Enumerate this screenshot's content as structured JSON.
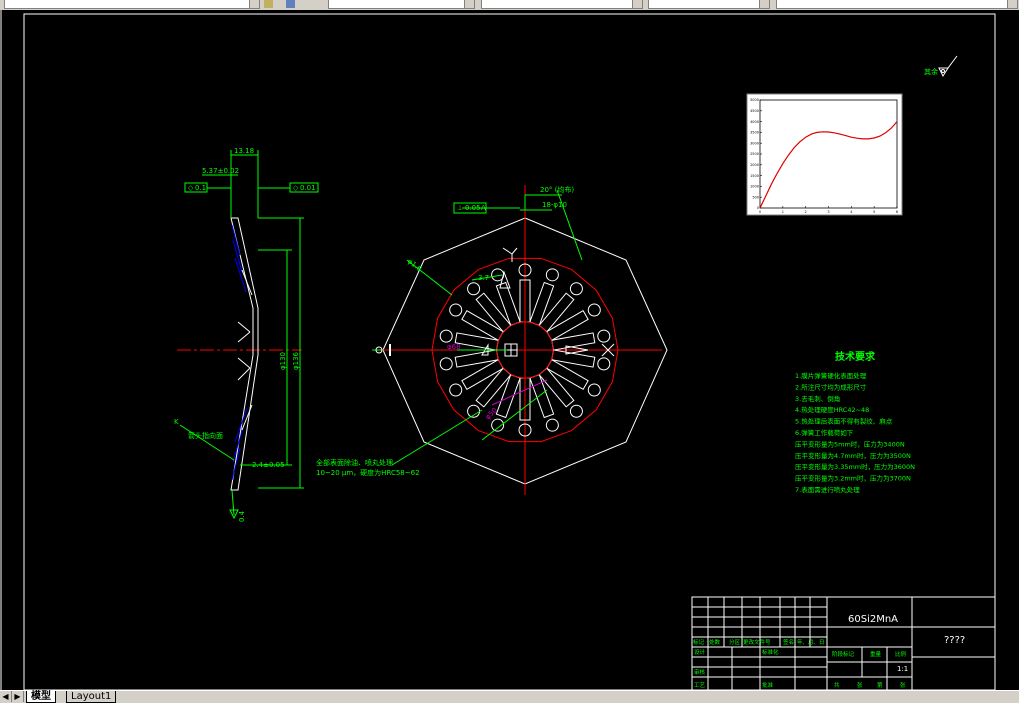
{
  "tabs": {
    "model": "模型",
    "layout1": "Layout1"
  },
  "colors": {
    "background": "#000000",
    "outline": "#ffffff",
    "part": "#ff0000",
    "dimension": "#00ff00",
    "center": "#ff0000",
    "hatch": "#0000ff",
    "annotation": "#cc00cc"
  },
  "icons": [
    "compass-icon",
    "datum-target-icon",
    "roughness-icon",
    "origin-icon",
    "cross-mark-icon"
  ],
  "drawing": {
    "tolerance_boxes": {
      "left_flatness": {
        "symbol": "◇",
        "value": "0.1"
      },
      "right_parallel": {
        "symbol": "◇",
        "value": "0.01"
      },
      "top_position": {
        "symbol": "⊥",
        "value": "0.05",
        "datum": "A"
      }
    },
    "dims": {
      "width_top": "13.18",
      "offset": "5.37±0.02",
      "dia_inner": "φ130",
      "dia_outer": "φ136",
      "thickness": "2.4±0.05",
      "angle": "20° (均布)",
      "slots": "18-φ10",
      "radius": "φ1.6",
      "offset_small": "3.7"
    },
    "annotations": {
      "k_label": "K",
      "k_note": "箭头指向面",
      "roughness_val": "0.4",
      "center_label": "φ68",
      "slot_dia": "φ50",
      "note_line1": "全部表面除油、喷丸处理",
      "note_line2": "10~20 μm，硬度为HRC58~62",
      "compass_label": "其余"
    },
    "requirements": {
      "title": "技术要求",
      "items": [
        "1.膜片弹簧硬化表面处理",
        "2.所注尺寸均为成形尺寸",
        "3.去毛刺、倒角",
        "4.热处理硬度HRC42~48",
        "5.热处理后表面不得有裂纹、麻点",
        "6.弹簧工作载荷如下",
        "压平变形量为5mm时，压力为3400N",
        "压平变形量为4.7mm时，压力为3500N",
        "压平变形量为3.35mm时，压力为3600N",
        "压平变形量为3.2mm时，压力为3700N",
        "7.表面需进行喷丸处理"
      ]
    },
    "title_block": {
      "material": "60Si2MnA",
      "part_name": "????",
      "scale": "1:1",
      "row_labels": [
        "标记",
        "处数",
        "分区",
        "更改文件号",
        "签名",
        "年、月、日"
      ],
      "side_labels": [
        "设计",
        "审核",
        "工艺"
      ],
      "mid_labels": [
        "标准化",
        "批准"
      ],
      "right_labels": [
        "阶段标记",
        "重量",
        "比例"
      ],
      "bottom_labels": [
        "共",
        "张",
        "第",
        "张"
      ]
    }
  },
  "chart_data": {
    "type": "line",
    "title": "",
    "xlabel": "",
    "ylabel": "",
    "xlim": [
      0,
      6
    ],
    "ylim": [
      0,
      5000
    ],
    "x_ticks": [
      0,
      1,
      2,
      3,
      4,
      5,
      6
    ],
    "y_ticks": [
      0,
      500,
      1000,
      1500,
      2000,
      2500,
      3000,
      3500,
      4000,
      4500,
      5000
    ],
    "series": [
      {
        "x": [
          0,
          0.25,
          0.5,
          0.75,
          1,
          1.25,
          1.5,
          1.75,
          2,
          2.25,
          2.5,
          2.75,
          3,
          3.25,
          3.5,
          3.75,
          4,
          4.25,
          4.5,
          4.75,
          5,
          5.25,
          5.5,
          5.75,
          6
        ],
        "values": [
          0,
          550,
          1100,
          1600,
          2050,
          2450,
          2800,
          3070,
          3280,
          3420,
          3500,
          3530,
          3520,
          3480,
          3420,
          3350,
          3280,
          3230,
          3200,
          3200,
          3240,
          3330,
          3480,
          3700,
          4000
        ]
      }
    ]
  }
}
